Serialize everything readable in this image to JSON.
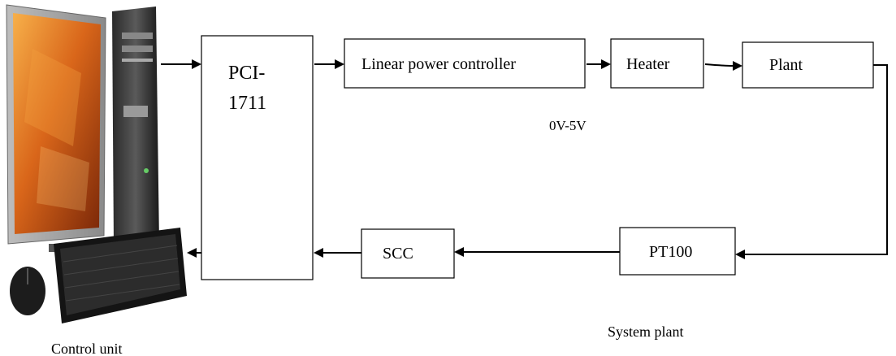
{
  "blocks": {
    "pci_line1": "PCI-",
    "pci_line2": "1711",
    "linear_power_controller": "Linear power controller",
    "heater": "Heater",
    "plant": "Plant",
    "scc": "SCC",
    "pt100": "PT100"
  },
  "labels": {
    "voltage_range": "0V-5V",
    "control_unit": "Control unit",
    "system_plant": "System plant"
  },
  "icons": {
    "computer": "desktop-computer-icon"
  },
  "colors": {
    "line": "#000000",
    "box_fill": "#ffffff",
    "screen_orange": "#d9661a"
  }
}
